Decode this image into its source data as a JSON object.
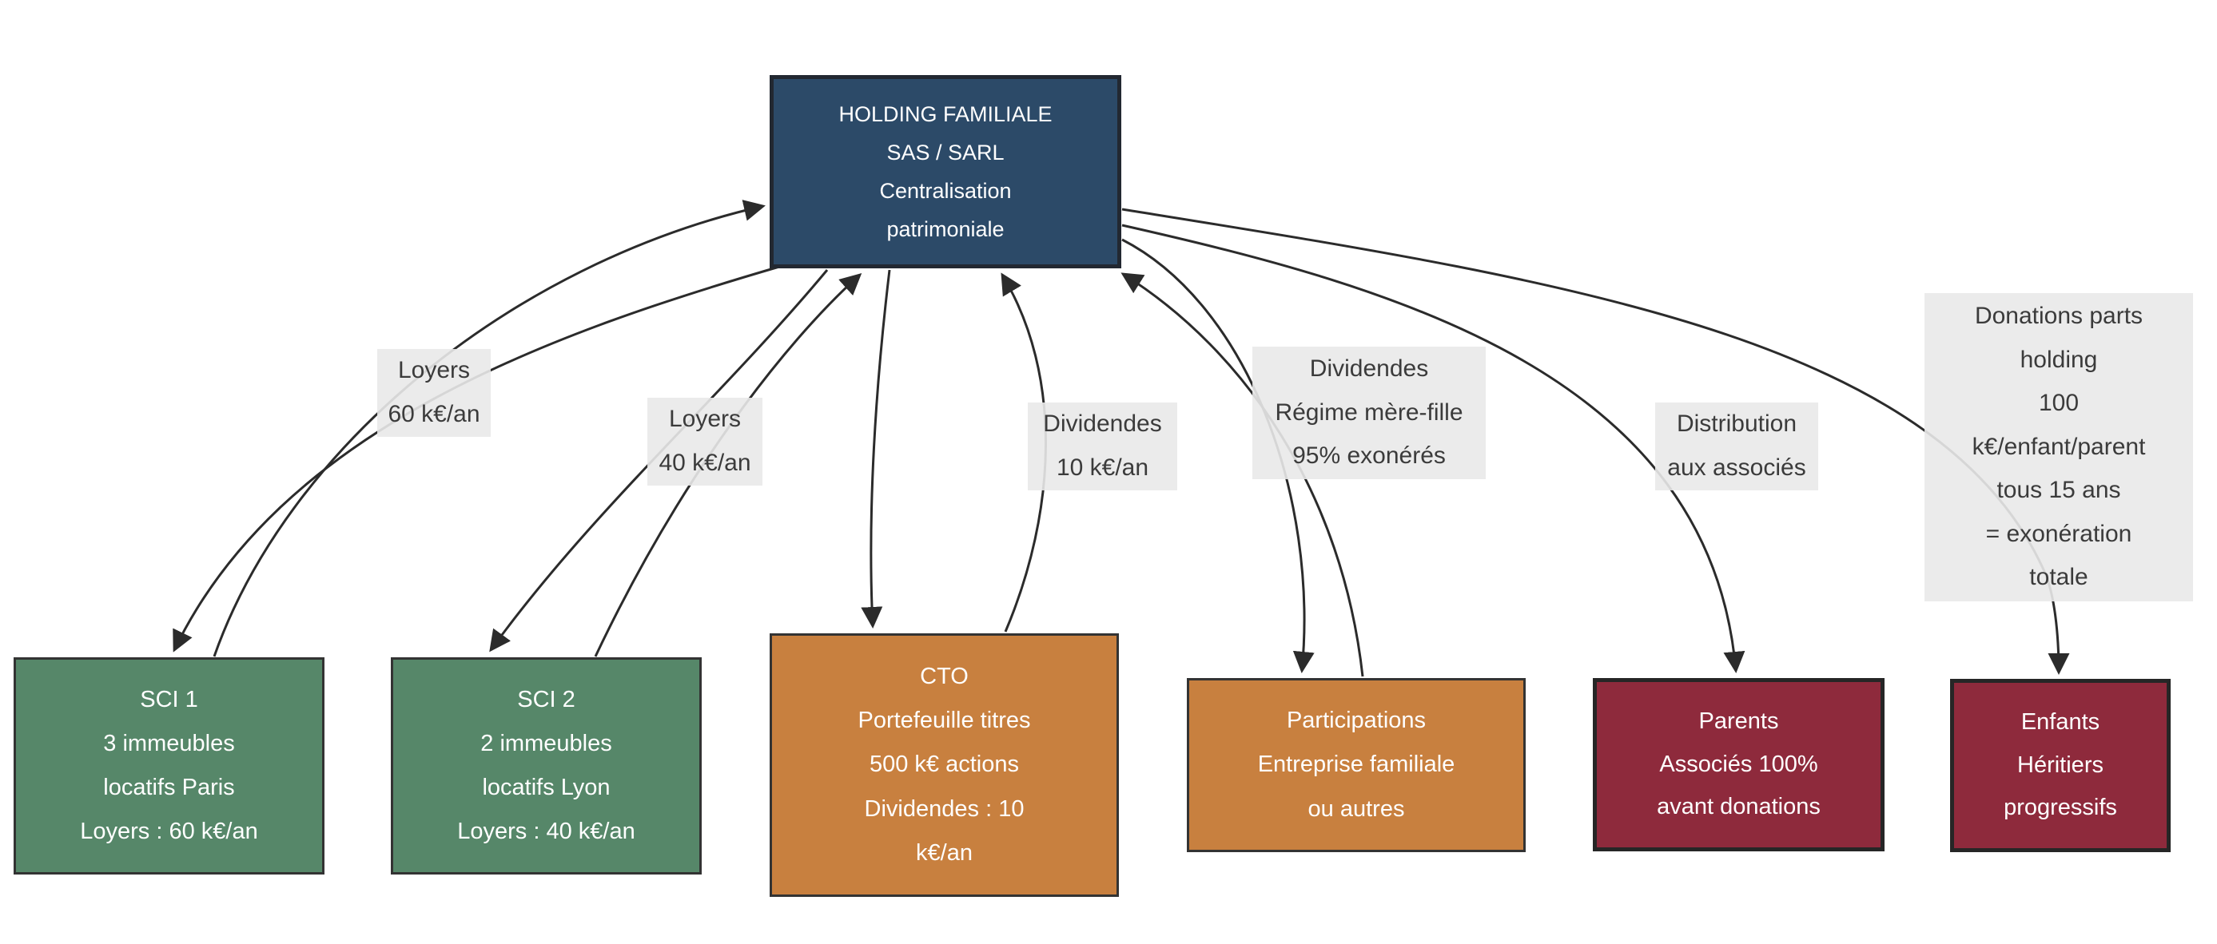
{
  "colors": {
    "holding_fill": "#2c4a68",
    "green_fill": "#568769",
    "orange_fill": "#c8803f",
    "maroon_fill": "#8e2a3c",
    "label_bg": "#e9e9e9",
    "line": "#2b2b2b",
    "node_text": "#ffffff",
    "label_text": "#3b3b3b"
  },
  "nodes": {
    "holding": {
      "lines": [
        "HOLDING FAMILIALE",
        "SAS / SARL",
        "Centralisation",
        "patrimoniale"
      ]
    },
    "sci1": {
      "lines": [
        "SCI 1",
        "3 immeubles",
        "locatifs Paris",
        "Loyers : 60 k€/an"
      ]
    },
    "sci2": {
      "lines": [
        "SCI 2",
        "2 immeubles",
        "locatifs Lyon",
        "Loyers : 40 k€/an"
      ]
    },
    "cto": {
      "lines": [
        "CTO",
        "Portefeuille titres",
        "500 k€ actions",
        "Dividendes : 10",
        "k€/an"
      ]
    },
    "participations": {
      "lines": [
        "Participations",
        "Entreprise familiale",
        "ou autres"
      ]
    },
    "parents": {
      "lines": [
        "Parents",
        "Associés 100%",
        "avant donations"
      ]
    },
    "enfants": {
      "lines": [
        "Enfants",
        "Héritiers",
        "progressifs"
      ]
    }
  },
  "edge_labels": {
    "loyers_sci1": {
      "lines": [
        "Loyers",
        "60 k€/an"
      ]
    },
    "loyers_sci2": {
      "lines": [
        "Loyers",
        "40 k€/an"
      ]
    },
    "dividendes_cto": {
      "lines": [
        "Dividendes",
        "10 k€/an"
      ]
    },
    "mere_fille": {
      "lines": [
        "Dividendes",
        "Régime mère-fille",
        "95% exonérés"
      ]
    },
    "distribution": {
      "lines": [
        "Distribution",
        "aux associés"
      ]
    },
    "donations": {
      "lines": [
        "Donations parts",
        "holding",
        "100",
        "k€/enfant/parent",
        "tous 15 ans",
        "= exonération",
        "totale"
      ]
    }
  },
  "edges": [
    {
      "from": "holding",
      "to": "sci1",
      "label": "Loyers 60 k€/an",
      "bidirectional_pair": true
    },
    {
      "from": "sci1",
      "to": "holding",
      "label": "Loyers 60 k€/an",
      "bidirectional_pair": true
    },
    {
      "from": "holding",
      "to": "sci2",
      "label": "Loyers 40 k€/an",
      "bidirectional_pair": true
    },
    {
      "from": "sci2",
      "to": "holding",
      "label": "Loyers 40 k€/an",
      "bidirectional_pair": true
    },
    {
      "from": "holding",
      "to": "cto",
      "label": "Dividendes 10 k€/an",
      "bidirectional_pair": true
    },
    {
      "from": "cto",
      "to": "holding",
      "label": "Dividendes 10 k€/an",
      "bidirectional_pair": true
    },
    {
      "from": "holding",
      "to": "participations",
      "label": "Dividendes Régime mère-fille 95% exonérés",
      "bidirectional_pair": true
    },
    {
      "from": "participations",
      "to": "holding",
      "label": "Dividendes Régime mère-fille 95% exonérés",
      "bidirectional_pair": true
    },
    {
      "from": "holding",
      "to": "parents",
      "label": "Distribution aux associés",
      "bidirectional_pair": false
    },
    {
      "from": "holding",
      "to": "enfants",
      "label": "Donations parts holding 100 k€/enfant/parent tous 15 ans = exonération totale",
      "bidirectional_pair": false
    }
  ]
}
